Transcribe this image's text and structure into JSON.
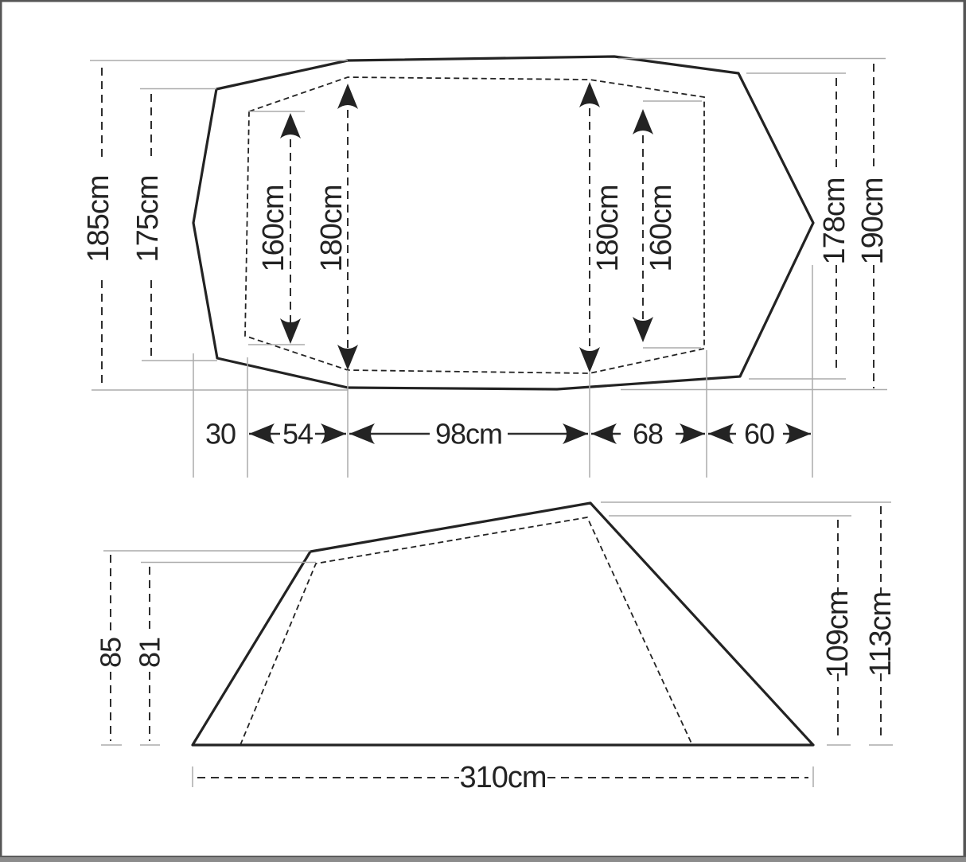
{
  "plan_view": {
    "height_outer_left": "185cm",
    "height_inner_left": "175cm",
    "inner_width_left_inner": "160cm",
    "inner_width_left_outer": "180cm",
    "inner_width_right_outer": "180cm",
    "inner_width_right_inner": "160cm",
    "height_inner_right": "178cm",
    "height_outer_right": "190cm",
    "bottom_segments": {
      "seg_30": "30",
      "seg_54": "54",
      "seg_98": "98cm",
      "seg_68": "68",
      "seg_60": "60"
    }
  },
  "side_view": {
    "height_left_outer": "85",
    "height_left_inner": "81",
    "height_right_inner": "109cm",
    "height_right_outer": "113cm",
    "total_width": "310cm"
  }
}
